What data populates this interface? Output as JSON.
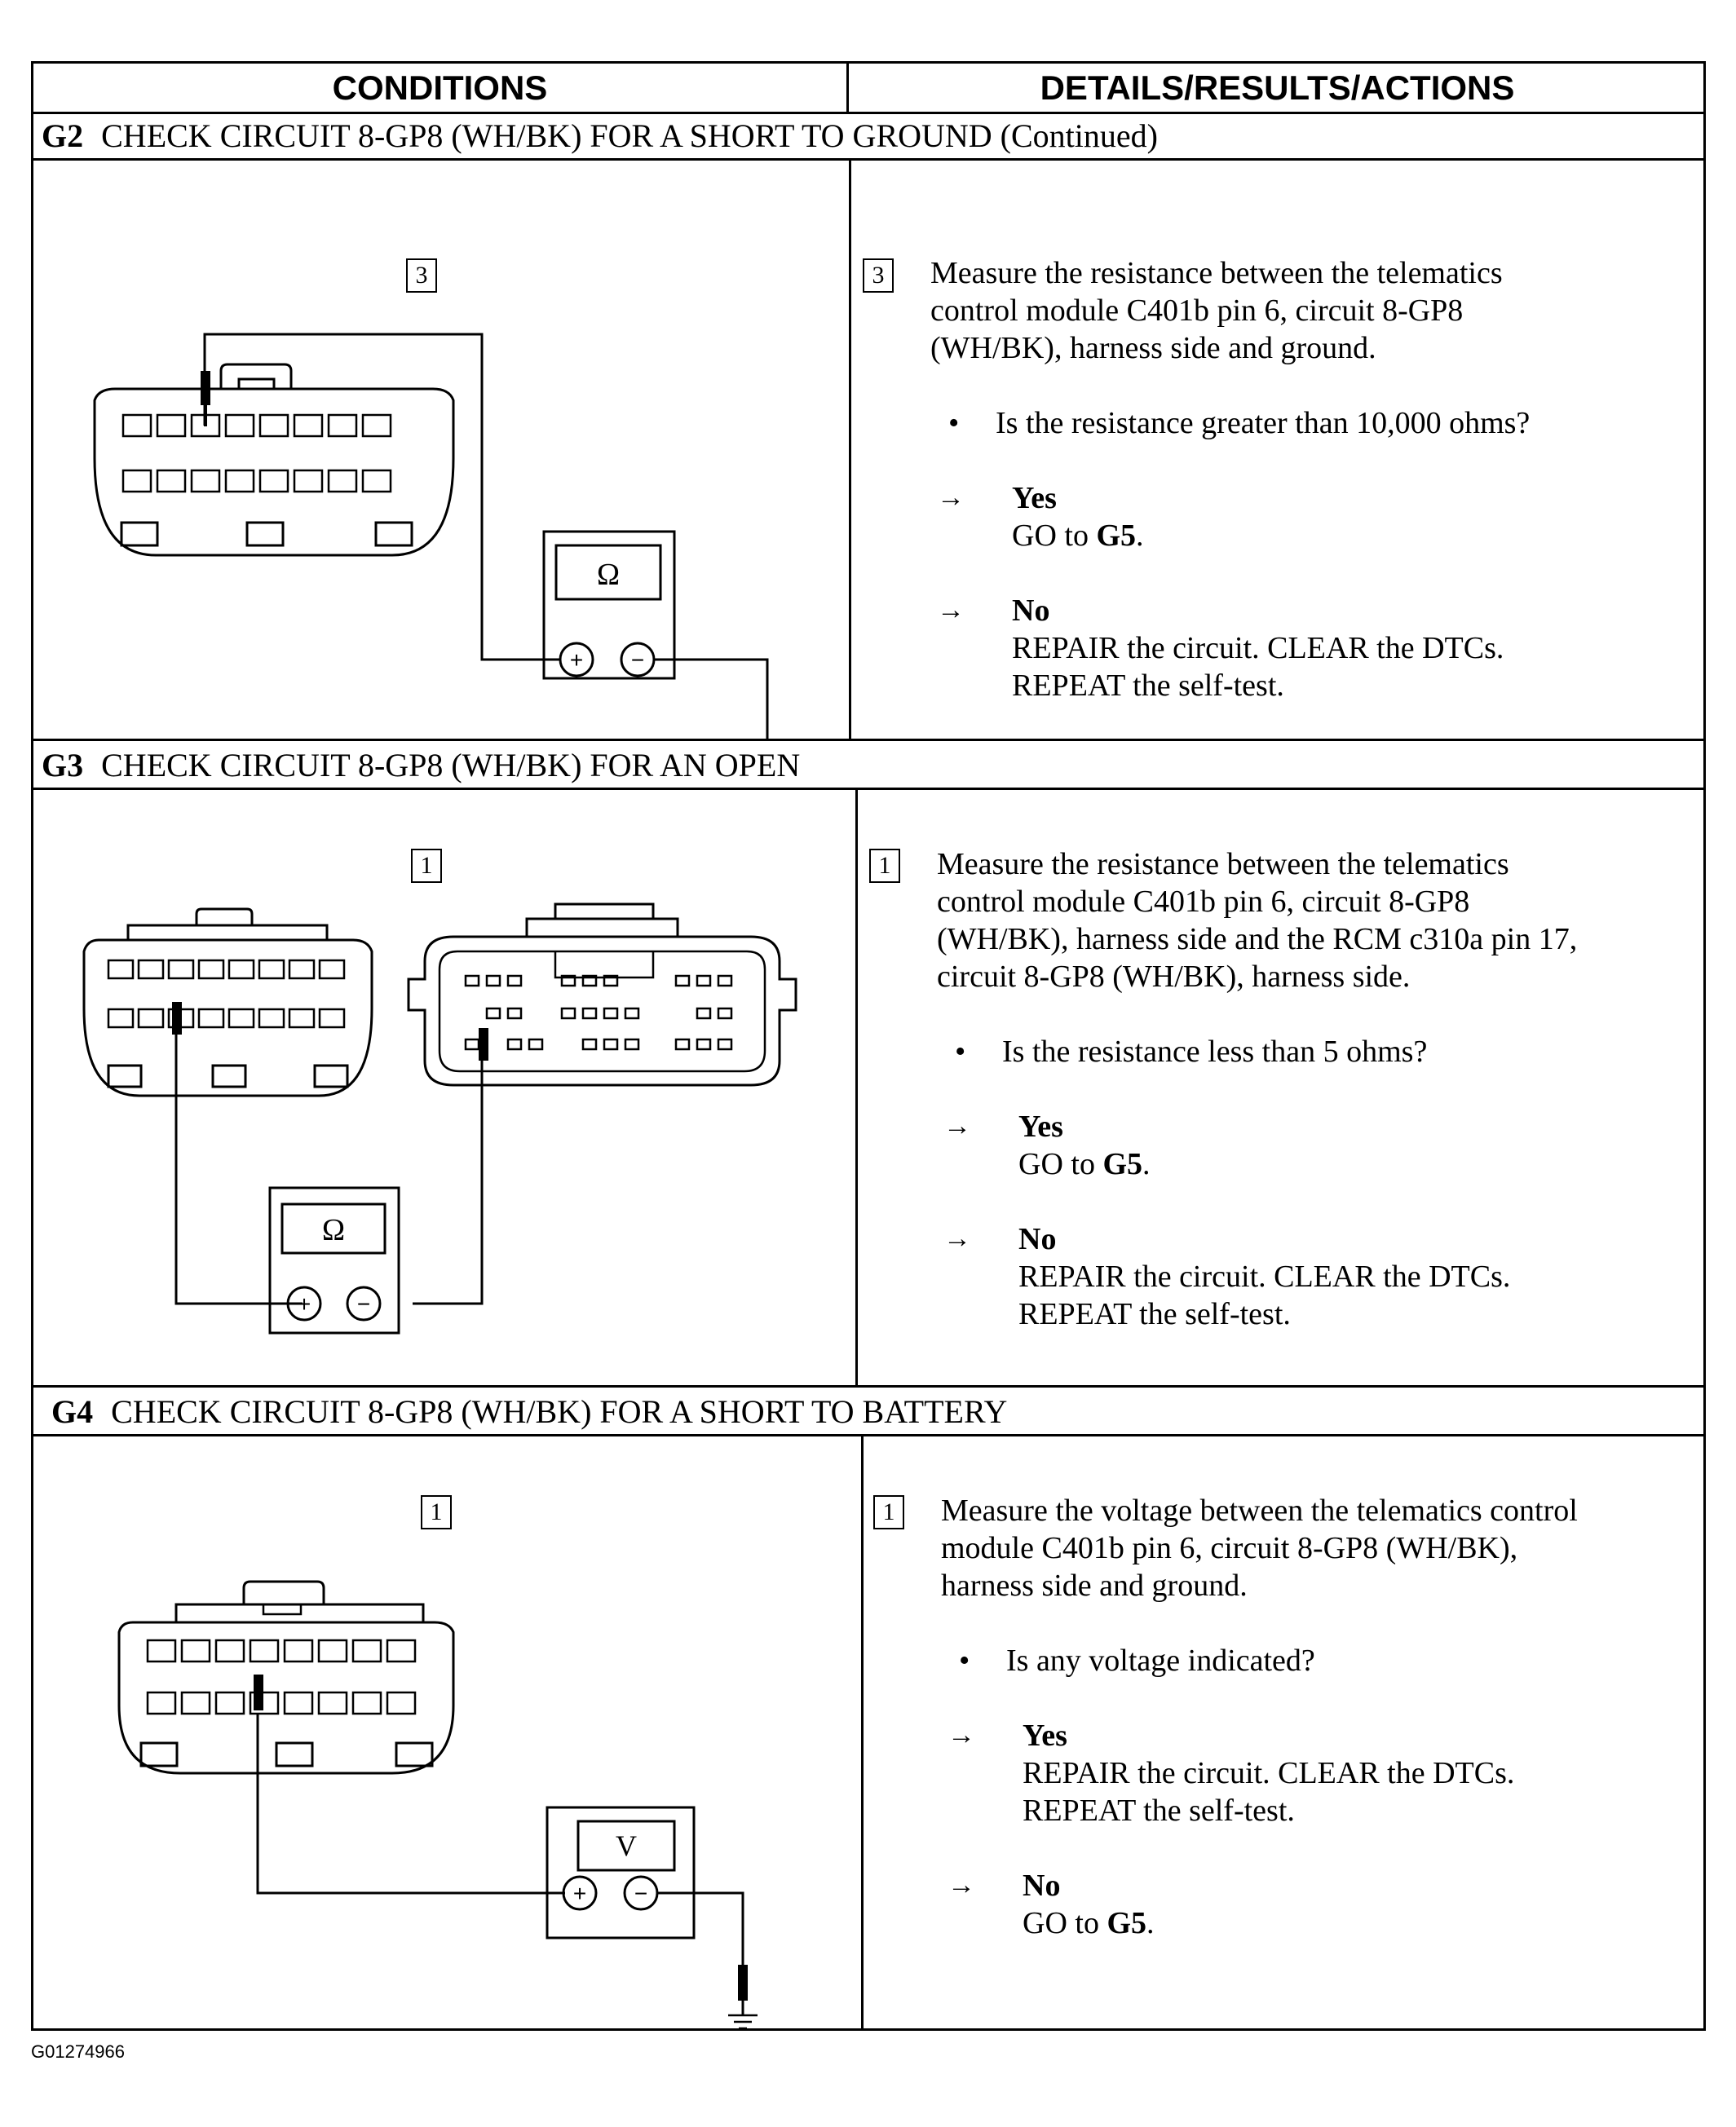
{
  "header": {
    "conditions": "CONDITIONS",
    "details": "DETAILS/RESULTS/ACTIONS"
  },
  "sections": [
    {
      "id": "G2",
      "title": "CHECK CIRCUIT 8-GP8 (WH/BK) FOR A SHORT TO GROUND (Continued)",
      "step": "3",
      "meter_symbol": "Ω",
      "instruction_lines": [
        "Measure the resistance between the telematics",
        "control module C401b pin 6, circuit 8-GP8",
        "(WH/BK), harness side and ground."
      ],
      "question": "Is the resistance greater than 10,000 ohms?",
      "yes_label": "Yes",
      "yes_action": "GO to ",
      "yes_target": "G5",
      "yes_end": ".",
      "no_label": "No",
      "no_action_1": "REPAIR the circuit. CLEAR the DTCs.",
      "no_action_2": "REPEAT the self-test."
    },
    {
      "id": "G3",
      "title": "CHECK CIRCUIT 8-GP8 (WH/BK) FOR AN OPEN",
      "step": "1",
      "meter_symbol": "Ω",
      "instruction_lines": [
        "Measure the resistance between the telematics",
        "control module C401b pin 6, circuit 8-GP8",
        "(WH/BK), harness side and the RCM c310a pin 17,",
        "circuit 8-GP8 (WH/BK), harness side."
      ],
      "question": "Is the resistance less than 5 ohms?",
      "yes_label": "Yes",
      "yes_action": "GO to ",
      "yes_target": "G5",
      "yes_end": ".",
      "no_label": "No",
      "no_action_1": "REPAIR the circuit. CLEAR the DTCs.",
      "no_action_2": "REPEAT the self-test."
    },
    {
      "id": "G4",
      "title": "CHECK CIRCUIT 8-GP8 (WH/BK) FOR A SHORT TO BATTERY",
      "step": "1",
      "meter_symbol": "V",
      "instruction_lines": [
        "Measure the voltage between the telematics control",
        "module C401b pin 6, circuit 8-GP8 (WH/BK),",
        "harness side and ground."
      ],
      "question": "Is any voltage indicated?",
      "yes_label": "Yes",
      "yes_action_1": "REPAIR the circuit. CLEAR the DTCs.",
      "yes_action_2": "REPEAT the self-test.",
      "no_label": "No",
      "no_action": "GO to ",
      "no_target": "G5",
      "no_end": "."
    }
  ],
  "figure_id": "G01274966",
  "symbols": {
    "bullet": "•",
    "arrow": "→",
    "plus": "+",
    "minus": "−"
  }
}
